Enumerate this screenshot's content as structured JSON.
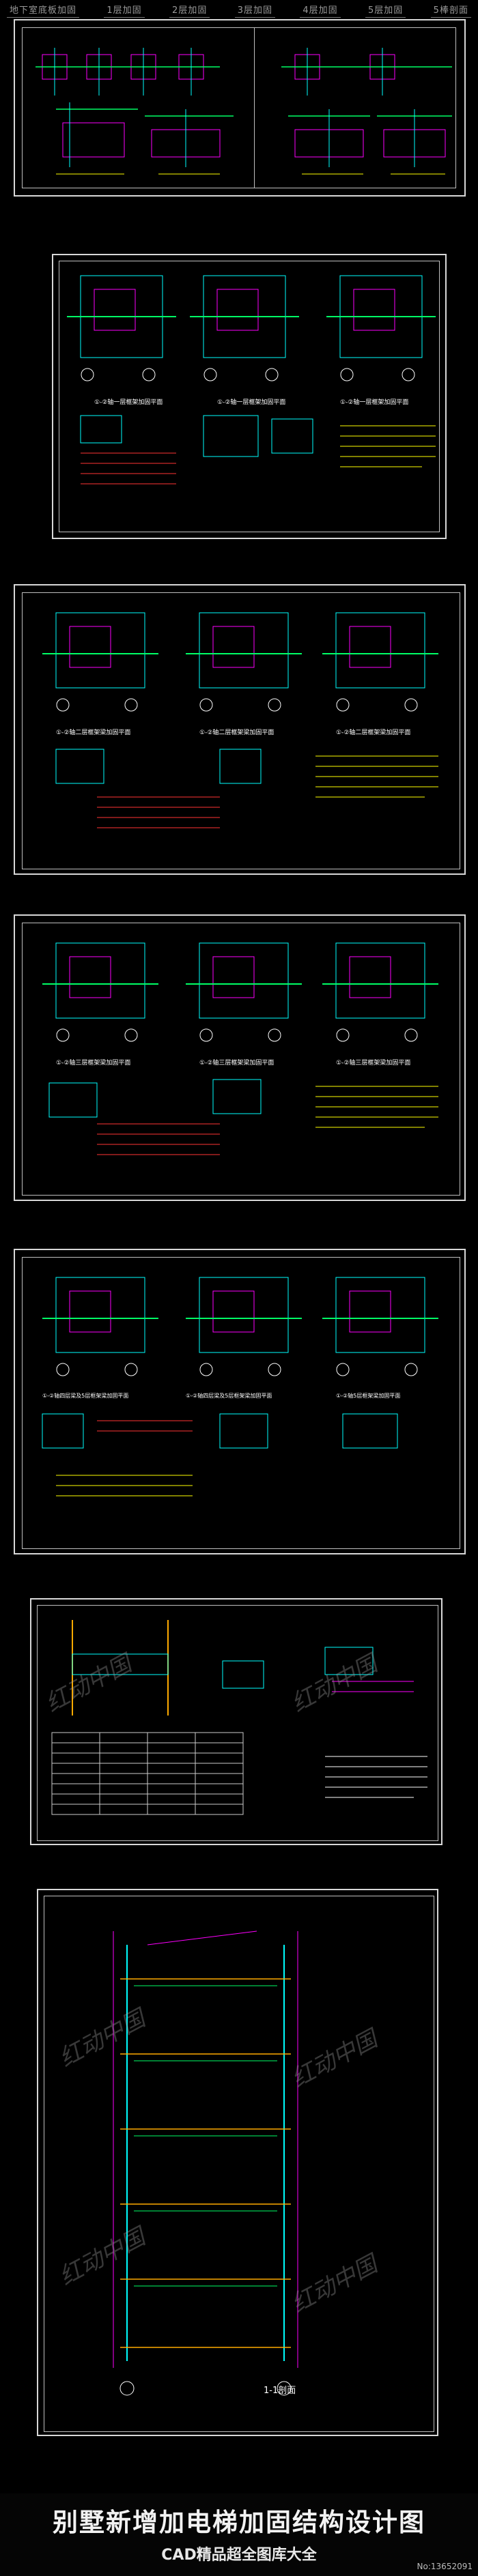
{
  "tabs": [
    "地下室底板加固",
    "1层加固",
    "2层加固",
    "3层加固",
    "4层加固",
    "5层加固",
    "5棒剖面"
  ],
  "watermark": "红动中国",
  "plans": {
    "sheet2": [
      "①-②轴一层框架加固平面",
      "①-②轴一层框架加固平面",
      "①-②轴一层框架加固平面"
    ],
    "sheet3": [
      "①-②轴二层框架梁加固平面",
      "①-②轴二层框架梁加固平面",
      "①-②轴二层框架梁加固平面"
    ],
    "sheet4": [
      "①-②轴三层框架梁加固平面",
      "①-②轴三层框架梁加固平面",
      "①-②轴三层框架梁加固平面"
    ],
    "sheet5": [
      "①-②轴四层梁及5层框架梁加固平面",
      "①-②轴四层梁及5层框架梁加固平面",
      "①-②轴5层框架梁加固平面"
    ]
  },
  "section_label": "1-1剖面",
  "footer": {
    "title": "别墅新增加电梯加固结构设计图",
    "subtitle": "CAD精品超全图库大全",
    "number": "No:13652091"
  }
}
